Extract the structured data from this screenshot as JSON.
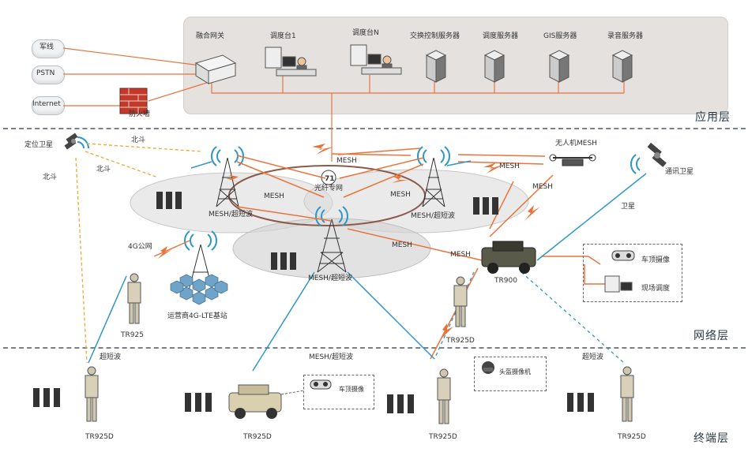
{
  "layers": {
    "app": "应用层",
    "network": "网络层",
    "terminal": "终端层"
  },
  "external": {
    "junxian": "军线",
    "pstn": "PSTN",
    "internet": "Internet",
    "firewall": "防火墙"
  },
  "app_nodes": {
    "gateway": "融合网关",
    "console1": "调度台1",
    "consoleN": "调度台N",
    "switch_server": "交换控制服务器",
    "dispatch_server": "调度服务器",
    "gis_server": "GIS服务器",
    "record_server": "录音服务器"
  },
  "network": {
    "positioning_sat": "定位卫星",
    "beidou_1": "北斗",
    "beidou_2": "北斗",
    "beidou_3": "北斗",
    "mesh_top": "MESH",
    "fiber_ring": "光纤专网",
    "mesh_left": "MESH",
    "mesh_right": "MESH",
    "mesh_short_left": "MESH/超短波",
    "mesh_short_right": "MESH/超短波",
    "mesh_short_center": "MESH/超短波",
    "mesh_mid": "MESH",
    "public_4g": "4G公网",
    "lte_station": "运营商4G-LTE基站",
    "uav": "无人机MESH",
    "mesh_uav": "MESH",
    "mesh_uav2": "MESH",
    "comm_sat": "通讯卫星",
    "satellite": "卫星",
    "mesh_vehicle": "MESH",
    "vehicle": "TR900",
    "roof_camera": "车顶摄像",
    "field_dispatch": "现场调度",
    "tr925": "TR925",
    "tr925d_mid": "TR925D"
  },
  "terminal": {
    "ultrashort_left": "超短波",
    "mesh_ultrashort": "MESH/超短波",
    "ultrashort_right": "超短波",
    "roof_camera": "车顶摄像",
    "helmet_camera": "头盔摄像机",
    "tr925d_1": "TR925D",
    "tr925d_2": "TR925D",
    "tr925d_3": "TR925D",
    "tr925d_4": "TR925D"
  },
  "colors": {
    "orange_link": "#e8743b",
    "blue_link": "#2e97c7",
    "beidou_dash": "#f0a830",
    "panel": "#e4e1df"
  }
}
